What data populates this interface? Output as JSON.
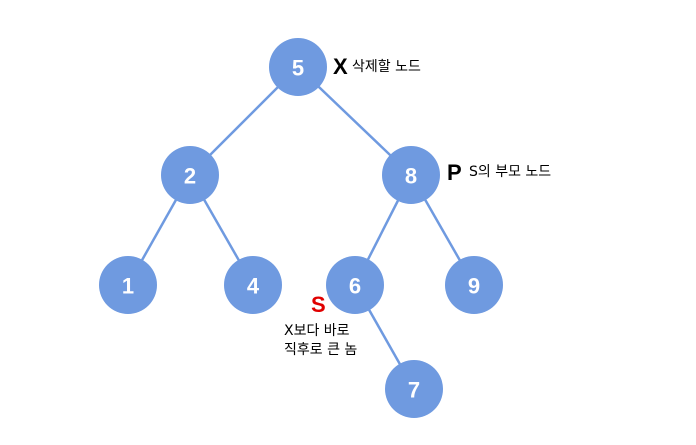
{
  "tree": {
    "nodes": [
      {
        "id": "n5",
        "label": "5"
      },
      {
        "id": "n2",
        "label": "2"
      },
      {
        "id": "n8",
        "label": "8"
      },
      {
        "id": "n1",
        "label": "1"
      },
      {
        "id": "n4",
        "label": "4"
      },
      {
        "id": "n6",
        "label": "6"
      },
      {
        "id": "n9",
        "label": "9"
      },
      {
        "id": "n7",
        "label": "7"
      }
    ],
    "edges": [
      [
        "n5",
        "n2"
      ],
      [
        "n5",
        "n8"
      ],
      [
        "n2",
        "n1"
      ],
      [
        "n2",
        "n4"
      ],
      [
        "n8",
        "n6"
      ],
      [
        "n8",
        "n9"
      ],
      [
        "n6",
        "n7"
      ]
    ],
    "node_color": "#6f9ae0"
  },
  "annotations": {
    "x_tag": "X",
    "x_note": "삭제할 노드",
    "p_tag": "P",
    "p_note": "S의 부모 노드",
    "s_tag": "S",
    "s_color": "#e00000",
    "s_note_line1": "X보다 바로",
    "s_note_line2": "직후로 큰 놈"
  }
}
